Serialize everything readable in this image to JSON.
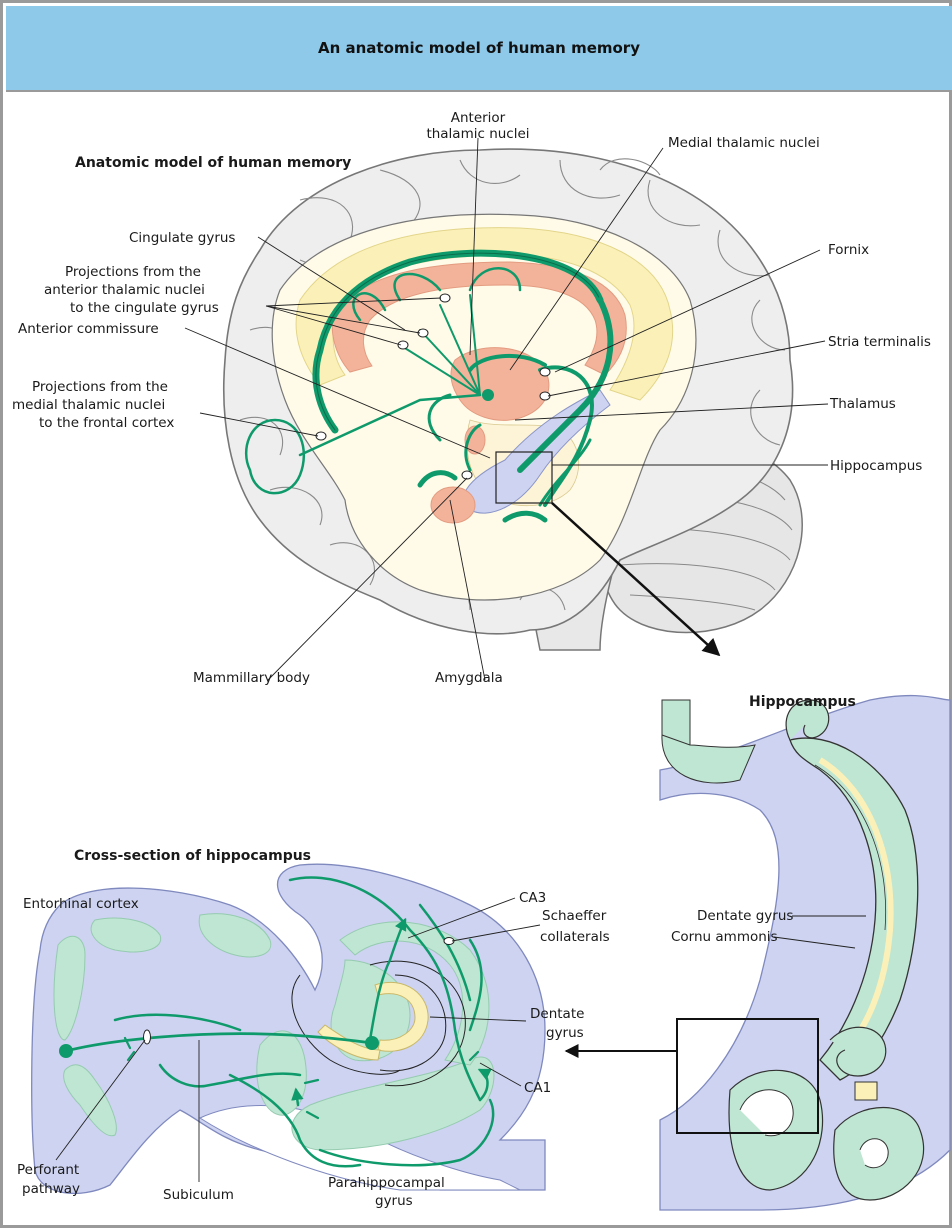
{
  "banner_title": "An anatomic model of human memory",
  "brain_section": {
    "heading": "Anatomic model of human memory",
    "labels": {
      "anterior_thalamic_1": "Anterior",
      "anterior_thalamic_2": "thalamic nuclei",
      "medial_thalamic": "Medial thalamic nuclei",
      "cingulate": "Cingulate gyrus",
      "fornix": "Fornix",
      "proj_ant_1": "Projections from the",
      "proj_ant_2": "anterior thalamic nuclei",
      "proj_ant_3": "to the cingulate gyrus",
      "stria": "Stria terminalis",
      "proj_med_1": "Projections from the",
      "proj_med_2": "medial thalamic nuclei",
      "proj_med_3": "to the frontal cortex",
      "thalamus": "Thalamus",
      "hippocampus": "Hippocampus",
      "anterior_commissure": "Anterior commissure",
      "mammillary": "Mammillary body",
      "amygdala": "Amygdala"
    }
  },
  "hippocampus_section": {
    "heading": "Hippocampus",
    "labels": {
      "dentate": "Dentate gyrus",
      "cornu": "Cornu ammonis"
    }
  },
  "cross_section": {
    "heading": "Cross-section of hippocampus",
    "labels": {
      "entorhinal": "Entorhinal cortex",
      "ca3": "CA3",
      "schaeffer_1": "Schaeffer",
      "schaeffer_2": "collaterals",
      "dentate_1": "Dentate",
      "dentate_2": "gyrus",
      "ca1": "CA1",
      "perforant_1": "Perforant",
      "perforant_2": "pathway",
      "subiculum": "Subiculum",
      "parahippo_1": "Parahippocampal",
      "parahippo_2": "gyrus"
    }
  },
  "colors": {
    "banner": "#8ec9ea",
    "pathway_green": "#0f9a6b",
    "pale_green": "#bfe6d2",
    "brain_fill": "#eeeeee",
    "brain_stroke": "#777777",
    "limbic_yellow": "#fbf1b8",
    "salmon": "#f3b39a",
    "lavender": "#cdd3f0"
  }
}
